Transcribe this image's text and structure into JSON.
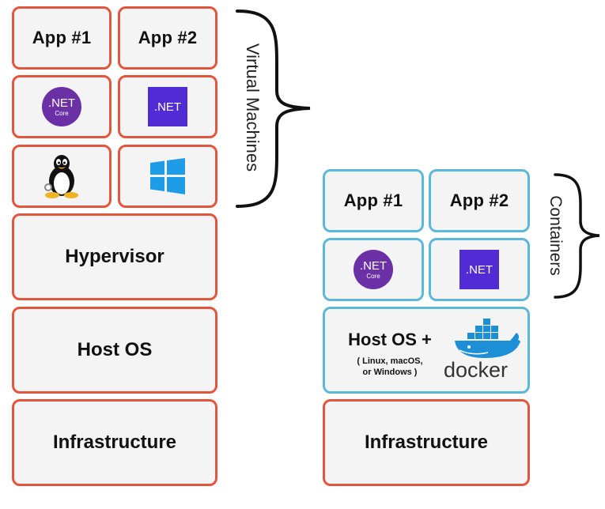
{
  "vm_stack": {
    "app1": "App #1",
    "app2": "App #2",
    "net_core_top": ".NET",
    "net_core_sub": "Core",
    "net_framework": ".NET",
    "hypervisor": "Hypervisor",
    "host_os": "Host OS",
    "infrastructure": "Infrastructure"
  },
  "vm_brace_label": "Virtual Machines",
  "container_stack": {
    "app1": "App #1",
    "app2": "App #2",
    "net_core_top": ".NET",
    "net_core_sub": "Core",
    "net_framework": ".NET",
    "host_os": "Host OS +",
    "host_os_note_line1": "( Linux, macOS,",
    "host_os_note_line2": "or Windows )",
    "docker": "docker",
    "infrastructure": "Infrastructure"
  },
  "container_brace_label": "Containers",
  "icons": [
    "linux-tux-icon",
    "windows-icon",
    "docker-whale-icon",
    "dotnet-core-icon",
    "dotnet-icon"
  ],
  "colors": {
    "vm_border": "#e4553e",
    "container_border": "#5bb8d9",
    "dotnet_core": "#6b2fa6",
    "dotnet": "#512bd4",
    "docker_blue": "#1d8fd6"
  }
}
